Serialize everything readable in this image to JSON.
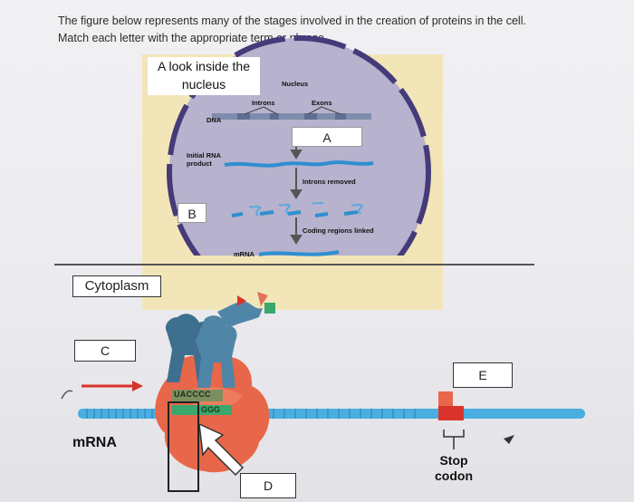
{
  "question": {
    "line1": "The figure below represents many of the stages involved in the creation of proteins in the cell.",
    "line2": "Match each letter with the appropriate term or phrase."
  },
  "nucleus_panel": {
    "caption": "A look inside the nucleus",
    "caption_line1": "A look inside the",
    "caption_line2": "nucleus",
    "nucleus_label": "Nucleus",
    "introns_label": "Introns",
    "exons_label": "Exons",
    "dna_label": "DNA",
    "initial_rna_line1": "Initial RNA",
    "initial_rna_line2": "product",
    "introns_removed": "Introns removed",
    "coding_regions_linked": "Coding regions linked",
    "mrna_label": "mRNA"
  },
  "cytoplasm": {
    "label": "Cytoplasm",
    "mrna_label": "mRNA",
    "anticodon": "UACCCC",
    "codon": "GGG",
    "stop_line1": "Stop",
    "stop_line2": "codon"
  },
  "answer_boxes": {
    "A": "A",
    "B": "B",
    "C": "C",
    "D": "D",
    "E": "E"
  },
  "colors": {
    "nucleus_fill": "#b9b4cf",
    "nucleus_border": "#4b3f7f",
    "panel_bg": "#f2e6b8",
    "rna_blue": "#2e8fd0",
    "ribosome": "#e8674a",
    "trna": "#3d6e8c",
    "arrow_red": "#d9342b"
  }
}
